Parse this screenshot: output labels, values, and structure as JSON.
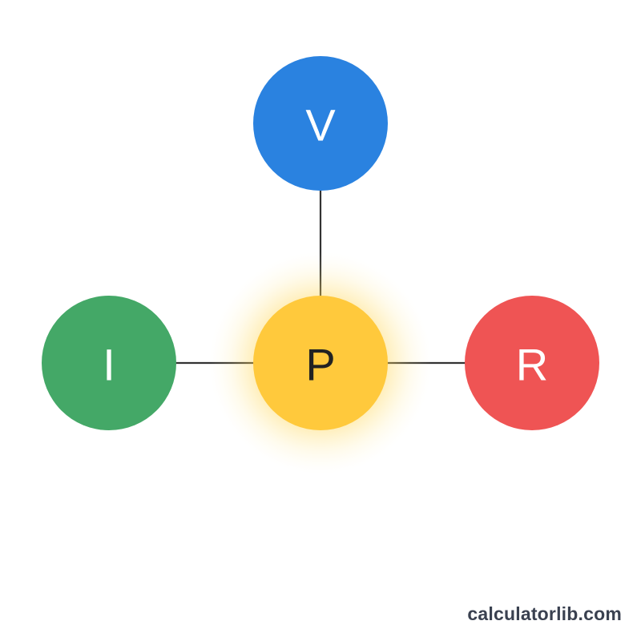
{
  "diagram": {
    "nodes": [
      {
        "id": "v",
        "label": "V",
        "color": "#2a82e0",
        "text_color": "#ffffff"
      },
      {
        "id": "i",
        "label": "I",
        "color": "#44a867",
        "text_color": "#ffffff"
      },
      {
        "id": "p",
        "label": "P",
        "color": "#ffc93c",
        "text_color": "#222222",
        "glow": true
      },
      {
        "id": "r",
        "label": "R",
        "color": "#ef5454",
        "text_color": "#ffffff"
      }
    ],
    "edges": [
      {
        "from": "p",
        "to": "v"
      },
      {
        "from": "p",
        "to": "i"
      },
      {
        "from": "p",
        "to": "r"
      }
    ],
    "line_color": "#333333"
  },
  "watermark": {
    "text": "calculatorlib.com"
  }
}
